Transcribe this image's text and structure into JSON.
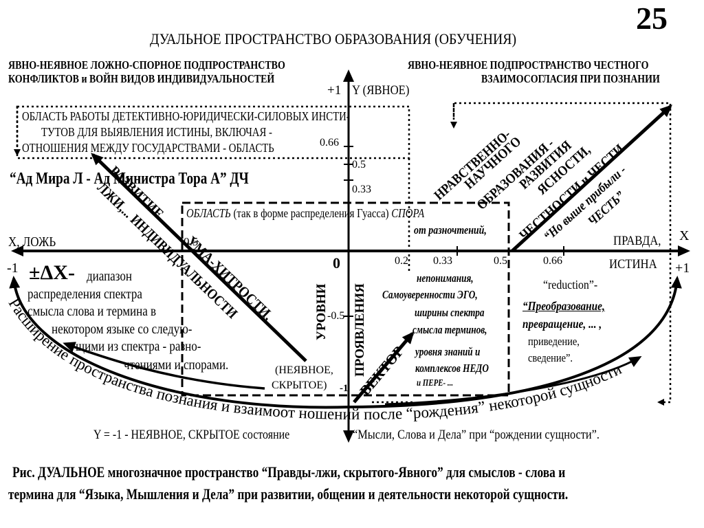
{
  "page_number": "25",
  "title": "ДУАЛЬНОЕ ПРОСТРАНСТВО ОБРАЗОВАНИЯ (ОБУЧЕНИЯ)",
  "left_header": [
    "ЯВНО-НЕЯВНОЕ ЛОЖНО-СПОРНОЕ ПОДПРОСТРАНСТВО",
    "КОНФЛИКТОВ и ВОЙН ВИДОВ ИНДИВИДУАЛЬНОСТЕЙ"
  ],
  "right_header": [
    "ЯВНО-НЕЯВНОЕ ПОДПРОСТРАНСТВО ЧЕСТНОГО",
    "ВЗАИМОСОГЛАСИЯ ПРИ ПОЗНАНИИ"
  ],
  "y_axis": {
    "top_label": "+1",
    "name": "Y (ЯВНОЕ)",
    "ticks": [
      "0.66",
      "0.5",
      "0.33",
      "0",
      "-0.5",
      "-1"
    ]
  },
  "x_axis": {
    "left_name": "X, ЛОЖЬ",
    "left_value": "-1",
    "right_name": [
      "ПРАВДА,",
      "ИСТИНА"
    ],
    "right_x": "X",
    "right_value": "+1",
    "ticks_left": [
      "0.5"
    ],
    "ticks_right": [
      "0.2",
      "0.33",
      "0.5",
      "0.66"
    ]
  },
  "detective_box": [
    "ОБЛАСТЬ РАБОТЫ ДЕТЕКТИВНО-ЮРИДИЧЕСКИ-СИЛОВЫХ ИНСТИ-",
    "ТУТОВ  ДЛЯ ВЫЯВЛЕНИЯ  ИСТИНЫ, ВКЛЮЧАЯ -",
    "ОТНОШЕНИЯ МЕЖДУ ГОСУДАРСТВАМИ - ОБЛАСТЬ"
  ],
  "hell_line": "“Ад Мира Л     - Ад Министра Тора А” ДЧ",
  "dispute_box": {
    "label_italic": "ОБЛАСТЬ",
    "label_rest": " (так в форме распределения Гуасса) ",
    "label_italic2": "СПОРА",
    "sub": "от разночтений,"
  },
  "dispute_list": [
    "непонимания,",
    "Самоуверенности ЭГО,",
    "ширины спектра",
    "смысла терминов,",
    "уровня знаний и",
    "комплексов НЕДО",
    "и ПЕРЕ- ..."
  ],
  "left_diag": [
    "РАЗВИТИЕ",
    "ЛЖИ,... ИНДИВИДУАЛЬНОСТИ"
  ],
  "left_diag2": "УМА-ХИТРОСТИ,",
  "right_diag": [
    "НРАВСТВЕННО-",
    "НАУЧНОГО",
    "ОБРАЗОВАНИЯ -",
    "РАЗВИТИЯ",
    "ЯСНОСТИ,",
    "ЧЕСТНОСТИ и ЧЕСТИ"
  ],
  "right_diag_quote": [
    "“Но выше прибыли -",
    "ЧЕСТЬ”"
  ],
  "delta_block": {
    "symbol": "±ΔX-",
    "lines": [
      "диапазон",
      "распределения спектра",
      "смысла слова и термина в",
      "некотором языке со следую-",
      "щими из спектра - разно-",
      "чтениями и спорами."
    ]
  },
  "levels_label": "УРОВНИ",
  "manifest_label": "ПРОЯВЛЕНИЯ",
  "vector_label": "ВЕКТОР",
  "hidden_label": [
    "(НЕЯВНОЕ,",
    "СКРЫТОЕ)"
  ],
  "reduction": {
    "head": "“reduction”-",
    "lines": [
      "“Преобразование,",
      "превращение, ... ,",
      "приведение,",
      "сведение”."
    ]
  },
  "arc_text": "Расширение пространства познания и взаимоот ношений после “рождения” некоторой сущности",
  "bottom_line": {
    "left": "Y = -1   -  НЕЯВНОЕ, СКРЫТОЕ состояние",
    "right": "“Мысли, Слова и Дела” при “рождении сущности”."
  },
  "caption": [
    "Рис.  ДУАЛЬНОЕ многозначное пространство “Правды-лжи, скрытого-Явного” для смыслов - слова и",
    "термина для “Языка, Мышления и Дела” при развитии, общении и деятельности некоторой сущности."
  ]
}
